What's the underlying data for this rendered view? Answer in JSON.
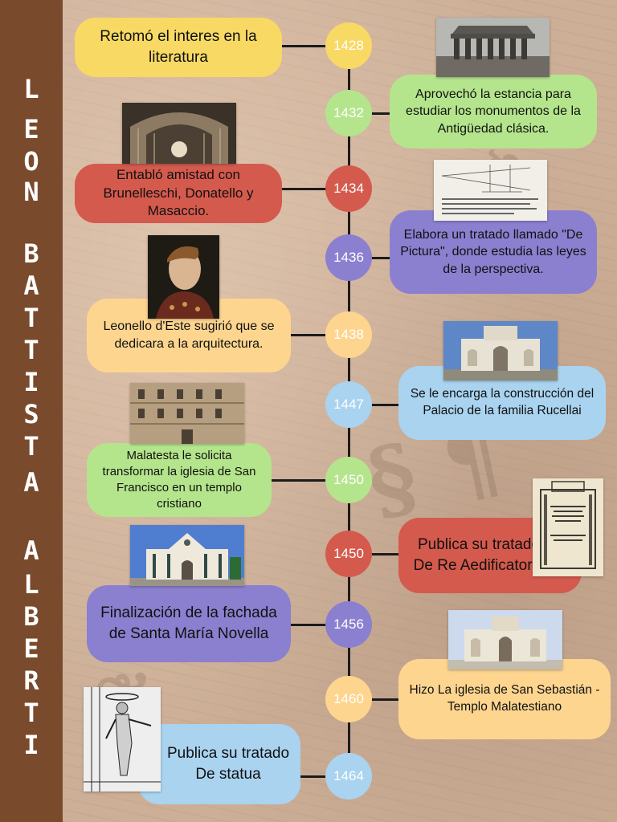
{
  "title_letters": [
    "L",
    "E",
    "O",
    "N",
    "B",
    "A",
    "T",
    "T",
    "I",
    "S",
    "T",
    "A",
    "A",
    "L",
    "B",
    "E",
    "R",
    "T",
    "I"
  ],
  "colors": {
    "sidebar": "#7a4a2c",
    "background": "#cdaf97",
    "yellow": "#f8d964",
    "green": "#b4e58c",
    "red": "#d45a4d",
    "purple": "#8b7fcf",
    "peach": "#fdd58f",
    "blue": "#a9d3ef"
  },
  "events": [
    {
      "year": "1428",
      "text": "Retomó el interes en la literatura",
      "color": "yellow",
      "image": "greek-temple-photo"
    },
    {
      "year": "1432",
      "text": "Aprovechó la estancia para estudiar los monumentos de la Antigüedad clásica.",
      "color": "green",
      "image": "basilica-interior-photo"
    },
    {
      "year": "1434",
      "text": "Entabló amistad con Brunelleschi, Donatello y Masaccio.",
      "color": "red",
      "image": "perspective-manuscript-sketch"
    },
    {
      "year": "1436",
      "text": "Elabora un tratado llamado \"De Pictura\", donde estudia las leyes de la perspectiva.",
      "color": "purple",
      "image": "leonello-portrait"
    },
    {
      "year": "1438",
      "text": "Leonello d'Este sugirió que se dedicara a la arquitectura.",
      "color": "peach",
      "image": "tempio-facade-photo"
    },
    {
      "year": "1447",
      "text": "Se le encarga la construcción del Palacio de la familia Rucellai",
      "color": "blue",
      "image": "palazzo-rucellai-photo"
    },
    {
      "year": "1450",
      "text": "Malatesta le solicita transformar la iglesia de San Francisco en un templo cristiano",
      "color": "green",
      "image": "de-re-aedificatoria-title-page"
    },
    {
      "year": "1450",
      "text": "Publica su tratado De Re Aedificatoria",
      "color": "red",
      "image": "santa-maria-novella-photo"
    },
    {
      "year": "1456",
      "text": "Finalización de la fachada de Santa María Novella",
      "color": "purple",
      "image": "tempio-malatestiano-photo"
    },
    {
      "year": "1460",
      "text": "Hizo La iglesia de San Sebastián - Templo Malatestiano",
      "color": "peach",
      "image": "statue-engraving"
    },
    {
      "year": "1464",
      "text": "Publica su tratado De statua",
      "color": "blue",
      "image": ""
    }
  ]
}
